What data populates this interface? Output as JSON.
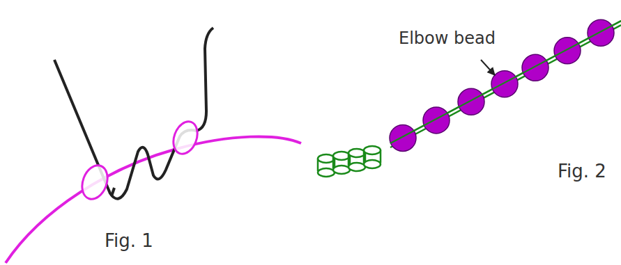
{
  "diagram": {
    "labels": [
      "Fig. 1",
      "Elbow bead",
      "Fig. 2"
    ]
  }
}
